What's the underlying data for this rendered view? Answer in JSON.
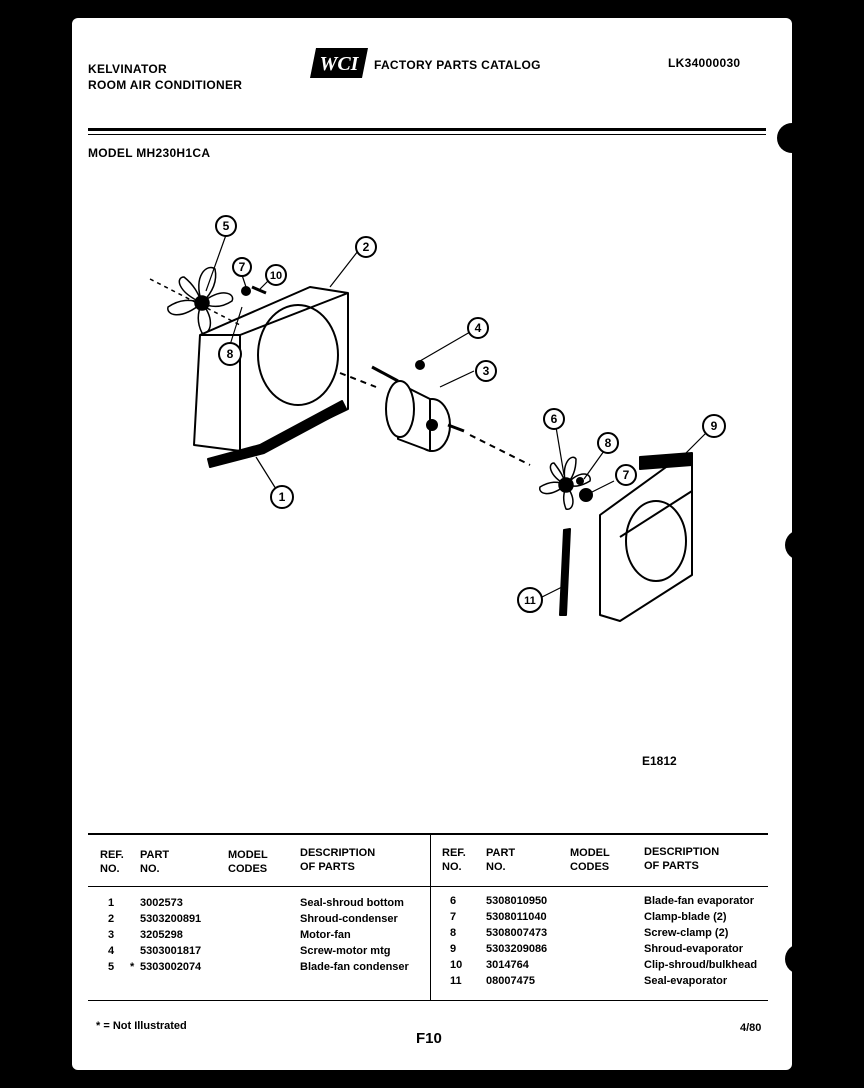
{
  "header": {
    "brand": "KELVINATOR",
    "product": "ROOM AIR CONDITIONER",
    "logo_text": "WCI",
    "catalog_title": "FACTORY PARTS CATALOG",
    "catalog_number": "LK34000030",
    "model_label": "MODEL MH230H1CA"
  },
  "diagram": {
    "figure_id": "E1812",
    "callouts": [
      "1",
      "2",
      "3",
      "4",
      "5",
      "6",
      "7",
      "7",
      "8",
      "8",
      "9",
      "10",
      "11"
    ]
  },
  "table": {
    "headers": {
      "ref": [
        "REF.",
        "NO."
      ],
      "part": [
        "PART",
        "NO."
      ],
      "model": [
        "MODEL",
        "CODES"
      ],
      "desc": [
        "DESCRIPTION",
        "OF PARTS"
      ]
    },
    "left_rows": [
      {
        "ref": "1",
        "mark": "",
        "part": "3002573",
        "desc": "Seal-shroud bottom"
      },
      {
        "ref": "2",
        "mark": "",
        "part": "5303200891",
        "desc": "Shroud-condenser"
      },
      {
        "ref": "3",
        "mark": "",
        "part": "3205298",
        "desc": "Motor-fan"
      },
      {
        "ref": "4",
        "mark": "",
        "part": "5303001817",
        "desc": "Screw-motor mtg"
      },
      {
        "ref": "5",
        "mark": "*",
        "part": "5303002074",
        "desc": "Blade-fan condenser"
      }
    ],
    "right_rows": [
      {
        "ref": "6",
        "part": "5308010950",
        "desc": "Blade-fan evaporator"
      },
      {
        "ref": "7",
        "part": "5308011040",
        "desc": "Clamp-blade (2)"
      },
      {
        "ref": "8",
        "part": "5308007473",
        "desc": "Screw-clamp (2)"
      },
      {
        "ref": "9",
        "part": "5303209086",
        "desc": "Shroud-evaporator"
      },
      {
        "ref": "10",
        "part": "3014764",
        "desc": "Clip-shroud/bulkhead"
      },
      {
        "ref": "11",
        "part": "08007475",
        "desc": "Seal-evaporator"
      }
    ]
  },
  "footer": {
    "note": "* = Not Illustrated",
    "page": "F10",
    "date": "4/80"
  }
}
